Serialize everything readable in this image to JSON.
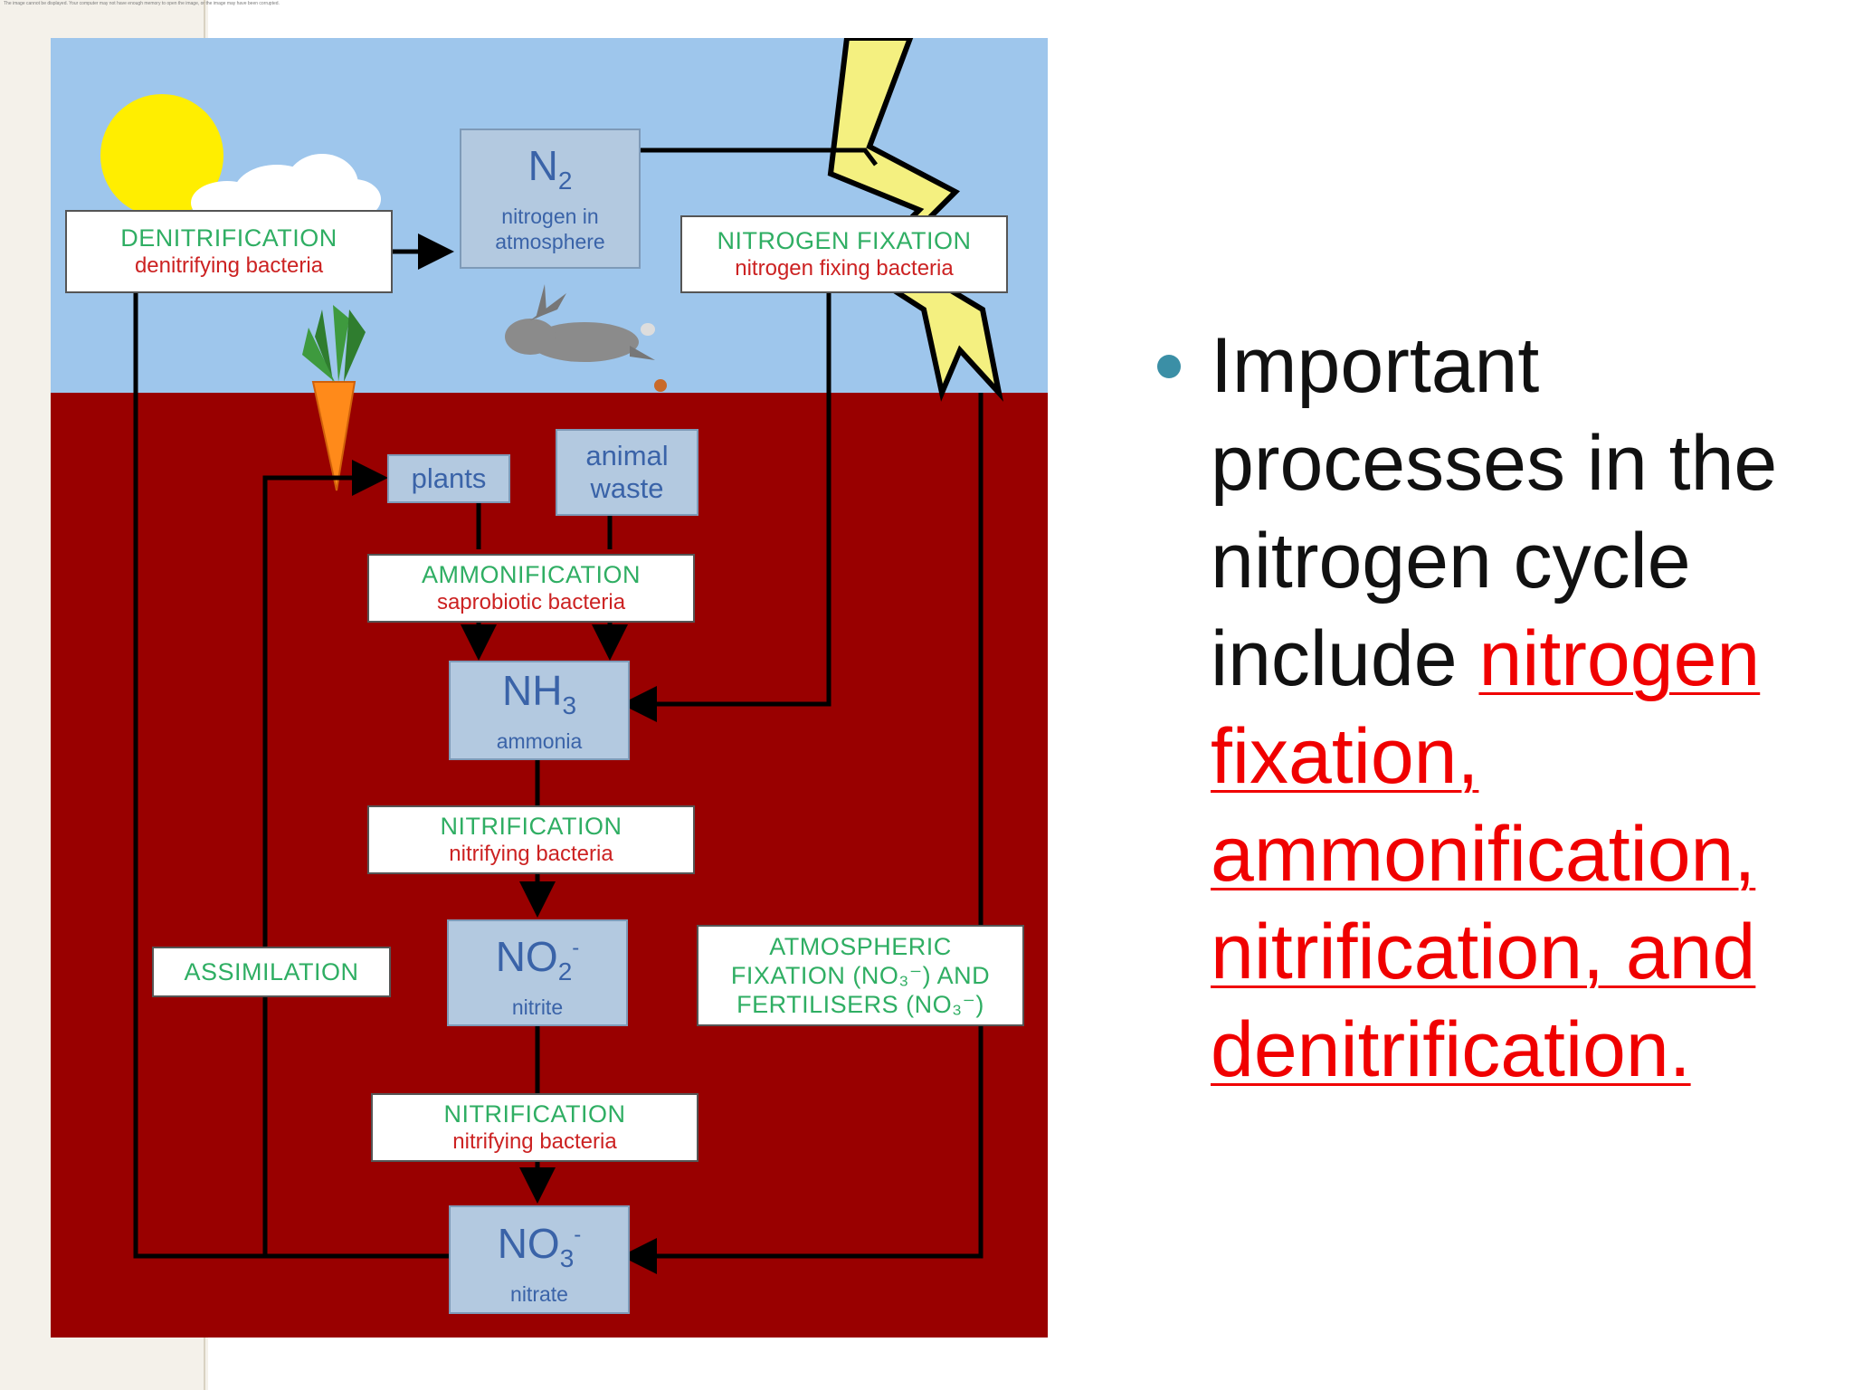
{
  "slide": {
    "caption": "The image cannot be displayed. Your computer may not have enough memory to open the image, or the image may have been corrupted.",
    "bullet_prefix": "Important processes in the nitrogen cycle include",
    "bullet_highlight": "nitrogen fixation, ammonification, nitrification, and denitrification."
  },
  "diagram": {
    "n2": {
      "formula": "N",
      "subscript": "2",
      "name": "nitrogen in atmosphere"
    },
    "denitrification": {
      "process": "DENITRIFICATION",
      "agent": "denitrifying bacteria"
    },
    "nitrogen_fixation": {
      "process": "NITROGEN FIXATION",
      "agent": "nitrogen fixing bacteria"
    },
    "plants": {
      "label": "plants"
    },
    "animal_waste": {
      "label": "animal waste"
    },
    "ammonification": {
      "process": "AMMONIFICATION",
      "agent": "saprobiotic bacteria"
    },
    "nh3": {
      "formula": "NH",
      "subscript": "3",
      "name": "ammonia"
    },
    "nitrification_1": {
      "process": "NITRIFICATION",
      "agent": "nitrifying bacteria"
    },
    "no2": {
      "formula": "NO",
      "subscript": "2",
      "superscript": "-",
      "name": "nitrite"
    },
    "assimilation": {
      "process": "ASSIMILATION"
    },
    "atmospheric": {
      "line1": "ATMOSPHERIC",
      "line2": "FIXATION (NO₃⁻) AND",
      "line3": "FERTILISERS (NO₃⁻)"
    },
    "nitrification_2": {
      "process": "NITRIFICATION",
      "agent": "nitrifying bacteria"
    },
    "no3": {
      "formula": "NO",
      "subscript": "3",
      "superscript": "-",
      "name": "nitrate"
    },
    "colors": {
      "sky": "#9ec6ec",
      "soil": "#990000",
      "sun": "#ffee00",
      "lightning": "#f4f080"
    }
  }
}
